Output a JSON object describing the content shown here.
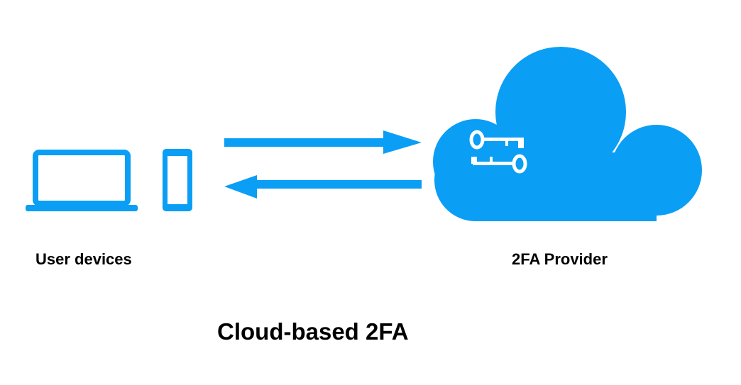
{
  "colors": {
    "accent": "#0A9EF5",
    "key": "#FFFFFF",
    "text": "#000000",
    "background": "#FFFFFF"
  },
  "nodes": {
    "devices": {
      "label": "User devices",
      "icons": [
        "laptop-icon",
        "smartphone-icon"
      ]
    },
    "provider": {
      "label": "2FA Provider",
      "icons": [
        "cloud-icon",
        "key-icon",
        "key-icon"
      ]
    }
  },
  "edges": [
    {
      "from": "devices",
      "to": "provider",
      "icon": "arrow-right-icon"
    },
    {
      "from": "provider",
      "to": "devices",
      "icon": "arrow-left-icon"
    }
  ],
  "caption": "Cloud-based 2FA"
}
